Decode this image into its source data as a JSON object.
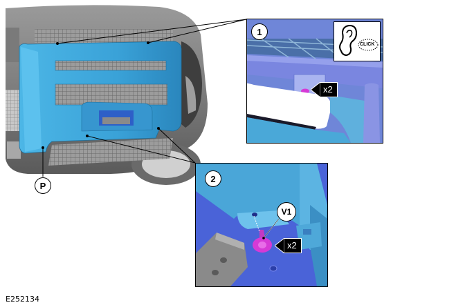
{
  "figure": {
    "id": "E252134",
    "subject": "Front grille panel (P) removal illustration",
    "colors": {
      "panel_blue": "#3aa7dc",
      "panel_blue_dark": "#2b8fc4",
      "detail_blue": "#4a63d8",
      "fastener_magenta": "#d63ad6",
      "body_gray": "#8a8a8a",
      "body_dark": "#4a4a4a",
      "tag_black": "#000000"
    }
  },
  "main_view": {
    "component_label": "P"
  },
  "detail_1": {
    "step_number": "1",
    "icon": "ear-click-icon",
    "icon_text": "CLICK",
    "quantity_tag": "x2"
  },
  "detail_2": {
    "step_number": "2",
    "fastener_label": "V1",
    "quantity_tag": "x2"
  }
}
